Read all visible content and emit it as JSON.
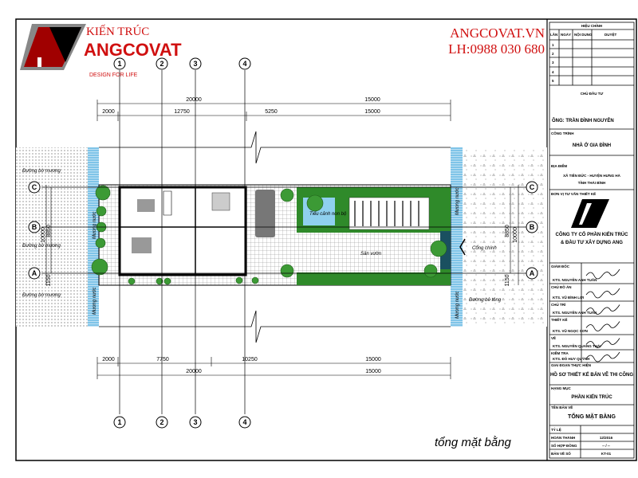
{
  "logo": {
    "line1": "KIẾN TRÚC",
    "line2": "ANGCOVAT",
    "tagline": "DESIGN FOR LIFE",
    "color": "#c00000"
  },
  "watermark": {
    "website": "ANGCOVAT.VN",
    "phone": "LH:0988 030 680"
  },
  "grid": {
    "columns": [
      "1",
      "2",
      "3",
      "4"
    ],
    "rows": [
      "C",
      "B",
      "A"
    ]
  },
  "dimensions": {
    "top_total": [
      "20000",
      "15000"
    ],
    "top_parts": [
      "2000",
      "12750",
      "5250",
      "15000"
    ],
    "bottom_parts": [
      "2000",
      "7750",
      "10250",
      "15000"
    ],
    "bottom_total": [
      "20000",
      "15000"
    ],
    "left": [
      "10000",
      "8850",
      "1150"
    ],
    "right": [
      "8850",
      "10000",
      "1150"
    ]
  },
  "labels": {
    "canal_road": "Đường bờ mương",
    "water_channel": "Mương nước",
    "rockery": "Tiểu cảnh non bộ",
    "yard": "Sân vườn",
    "main_gate": "Cổng chính",
    "concrete_road": "Đường bê tông"
  },
  "caption": "tổng mặt bằng",
  "title_block": {
    "revision_header": "HIỆU CHỈNH",
    "revision_cols": [
      "LẦN",
      "NGÀY",
      "NỘI DUNG",
      "DUYỆT"
    ],
    "revision_rows": [
      "1",
      "2",
      "3",
      "4",
      "5"
    ],
    "owner_label": "CHỦ ĐẦU TƯ",
    "owner": "ÔNG: TRẦN ĐÌNH NGUYÊN",
    "project_label": "CÔNG TRÌNH",
    "project": "NHÀ Ở GIA ĐÌNH",
    "location_label": "ĐỊA ĐIỂM",
    "location_1": "XÃ TIÊN ĐỨC - HUYỆN HƯNG HÀ",
    "location_2": "TỈNH THÁI BÌNH",
    "consultant_label": "ĐƠN VỊ TƯ VẤN THIẾT KẾ",
    "company_1": "CÔNG TY CỔ PHẦN KIẾN TRÚC",
    "company_2": "& ĐẦU TƯ XÂY DỰNG ANG",
    "roles": [
      {
        "role": "GIÁM ĐỐC",
        "name": "KTS. NGUYỄN ANH TUẤN"
      },
      {
        "role": "CHỦ ĐỒ ÁN",
        "name": "KTS. VŨ ĐÌNH LỢI"
      },
      {
        "role": "CHỦ TRÌ",
        "name": "KTS. NGUYỄN ANH TUẤN"
      },
      {
        "role": "THIẾT KẾ",
        "name": "KTS. VŨ NGỌC SƠN"
      },
      {
        "role": "VẼ",
        "name": "KTS. NGUYỄN QUANG THÁI"
      },
      {
        "role": "KIỂM TRA",
        "name": "KTS. ĐỖ HUY QUỲNH"
      }
    ],
    "phase_label": "GIAI ĐOẠN THỰC HIỆN",
    "phase": "HỒ SƠ THIẾT KẾ BẢN VẼ THI CÔNG",
    "category_label": "HẠNG MỤC",
    "category": "PHẦN KIẾN TRÚC",
    "drawing_label": "TÊN BẢN VẼ",
    "drawing": "TỔNG MẶT BẰNG",
    "scale_label": "TỶ LỆ",
    "completed_label": "HOÀN THÀNH",
    "completed": "12/2016",
    "contract_label": "SỐ HỢP ĐỒNG",
    "contract": "-- / --",
    "sheet_label": "BẢN VẼ SỐ",
    "sheet": "KT-01"
  }
}
